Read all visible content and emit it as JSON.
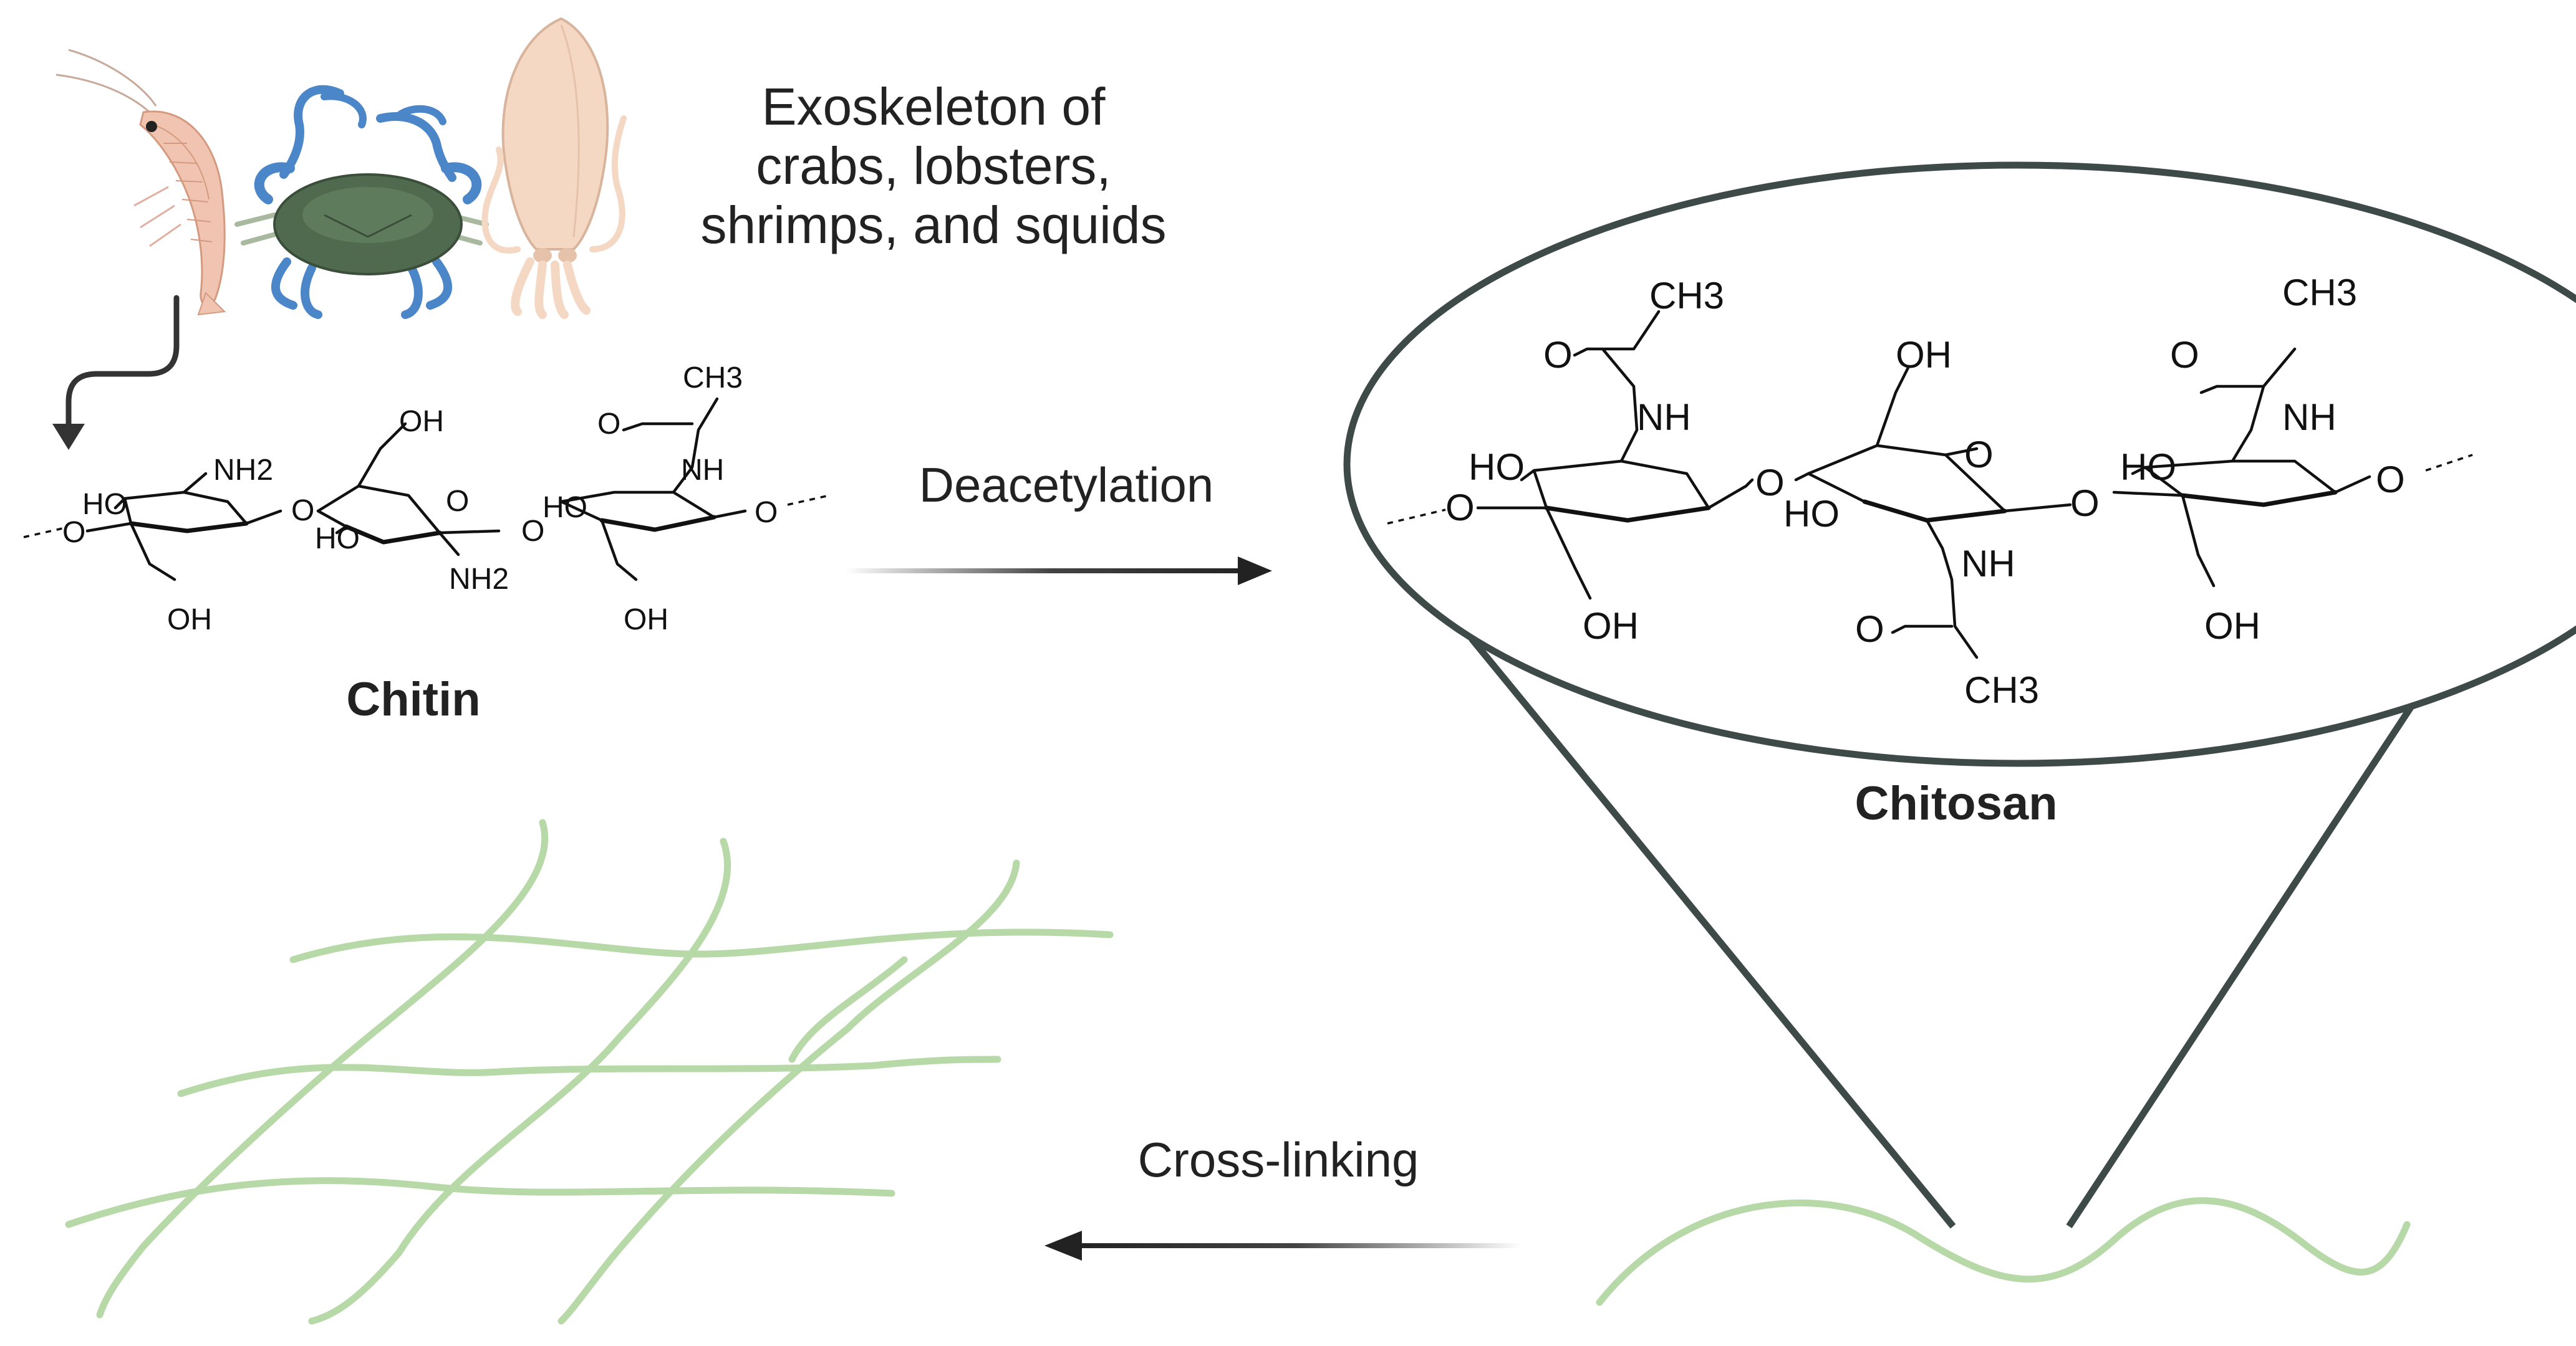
{
  "sources_caption": [
    "Exoskeleton of",
    "crabs, lobsters,",
    "shrimps, and squids"
  ],
  "chitin": {
    "name": "Chitin",
    "labels": {
      "nh2_a": "NH2",
      "ho_a": "HO",
      "o_link_1": "O",
      "oh_a": "OH",
      "o_end_left": "O",
      "oh_b": "OH",
      "ho_b": "HO",
      "o_ring_b": "O",
      "nh2_b": "NH2",
      "o_link_2": "O",
      "ch3_c": "CH3",
      "o_carbonyl_c": "O",
      "nh_c": "NH",
      "ho_c": "HO",
      "o_end_right": "O",
      "oh_c": "OH"
    }
  },
  "deacetylation_label": "Deacetylation",
  "chitosan": {
    "name": "Chitosan",
    "labels": {
      "ch3_1": "CH3",
      "o_carbonyl_1": "O",
      "nh_1": "NH",
      "ho_1": "HO",
      "o_end_left": "O",
      "oh_1": "OH",
      "o_link_1": "O",
      "oh_2": "OH",
      "o_ring_2": "O",
      "ho_2": "HO",
      "nh_2": "NH",
      "o_carbonyl_2": "O",
      "ch3_2": "CH3",
      "o_link_2": "O",
      "ch3_3": "CH3",
      "o_carbonyl_3": "O",
      "nh_3": "NH",
      "ho_3": "HO",
      "o_end_right": "O",
      "oh_3": "OH"
    }
  },
  "crosslinking_label": "Cross-linking",
  "colors": {
    "fiber": "#b7d8a7",
    "outline": "#3d4a47",
    "arrow": "#222222",
    "crab_shell": "#4f6a4f",
    "crab_claws": "#4b86c8",
    "shrimp": "#f0c4b0",
    "squid": "#f4d8c4"
  },
  "icons": [
    "shrimp-icon",
    "crab-icon",
    "squid-icon"
  ]
}
